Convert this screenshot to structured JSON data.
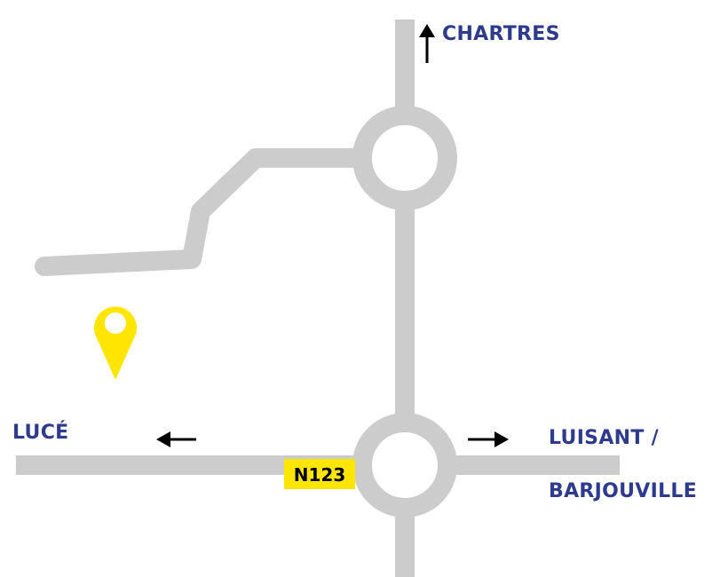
{
  "colors": {
    "road": "#cccccc",
    "label": "#2e3a8c",
    "arrow": "#000000",
    "pin": "#ffe600",
    "route_badge": "#ffe600",
    "route_text": "#000000",
    "background": "#ffffff"
  },
  "places": {
    "north": "CHARTRES",
    "west": "LUCÉ",
    "east_line1": "LUISANT /",
    "east_line2": "BARJOUVILLE"
  },
  "route_badge": {
    "label": "N123"
  },
  "icons": {
    "pin": "location-pin-icon",
    "north_arrow": "arrow-up-icon",
    "west_arrow": "arrow-left-icon",
    "east_arrow": "arrow-right-icon"
  }
}
